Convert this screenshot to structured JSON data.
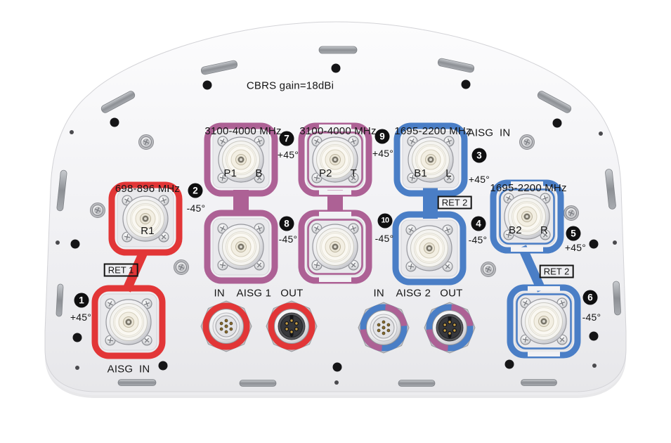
{
  "panel": {
    "cbrs_gain_label": "CBRS gain=18dBi",
    "aisg_in_top_label": "AISG  IN",
    "aisg_in_bottom_label": "AISG  IN"
  },
  "groups": [
    {
      "id": "r1",
      "freq": "698-896 MHz",
      "ports": "R1"
    },
    {
      "id": "p1",
      "freq": "3100-4000 MHz",
      "ports": "P1      B"
    },
    {
      "id": "p2",
      "freq": "3100-4000 MHz",
      "ports": "P2      T"
    },
    {
      "id": "b1",
      "freq": "1695-2200 MHz",
      "ports": "B1      L"
    },
    {
      "id": "b2",
      "freq": "1695-2200 MHz",
      "ports": "B2      R"
    }
  ],
  "ports": [
    {
      "num": "1",
      "angle": "+45°"
    },
    {
      "num": "2",
      "angle": "-45°"
    },
    {
      "num": "3",
      "angle": "+45°"
    },
    {
      "num": "4",
      "angle": "-45°"
    },
    {
      "num": "5",
      "angle": "+45°"
    },
    {
      "num": "6",
      "angle": "-45°"
    },
    {
      "num": "7",
      "angle": "+45°"
    },
    {
      "num": "8",
      "angle": "-45°"
    },
    {
      "num": "9",
      "angle": "+45°"
    },
    {
      "num": "10",
      "angle": "-45°"
    }
  ],
  "ret": {
    "ret1": "RET 1",
    "ret2_top": "RET 2",
    "ret2_right": "RET 2"
  },
  "aisg": {
    "group1_label": "IN    AISG 1   OUT",
    "group2_label": "IN    AISG 2   OUT"
  },
  "colors": {
    "red": "#e23637",
    "purple": "#ad6195",
    "blue": "#4a7ec6",
    "badge": "#0f0f10",
    "panel": "#f0f0f3"
  }
}
